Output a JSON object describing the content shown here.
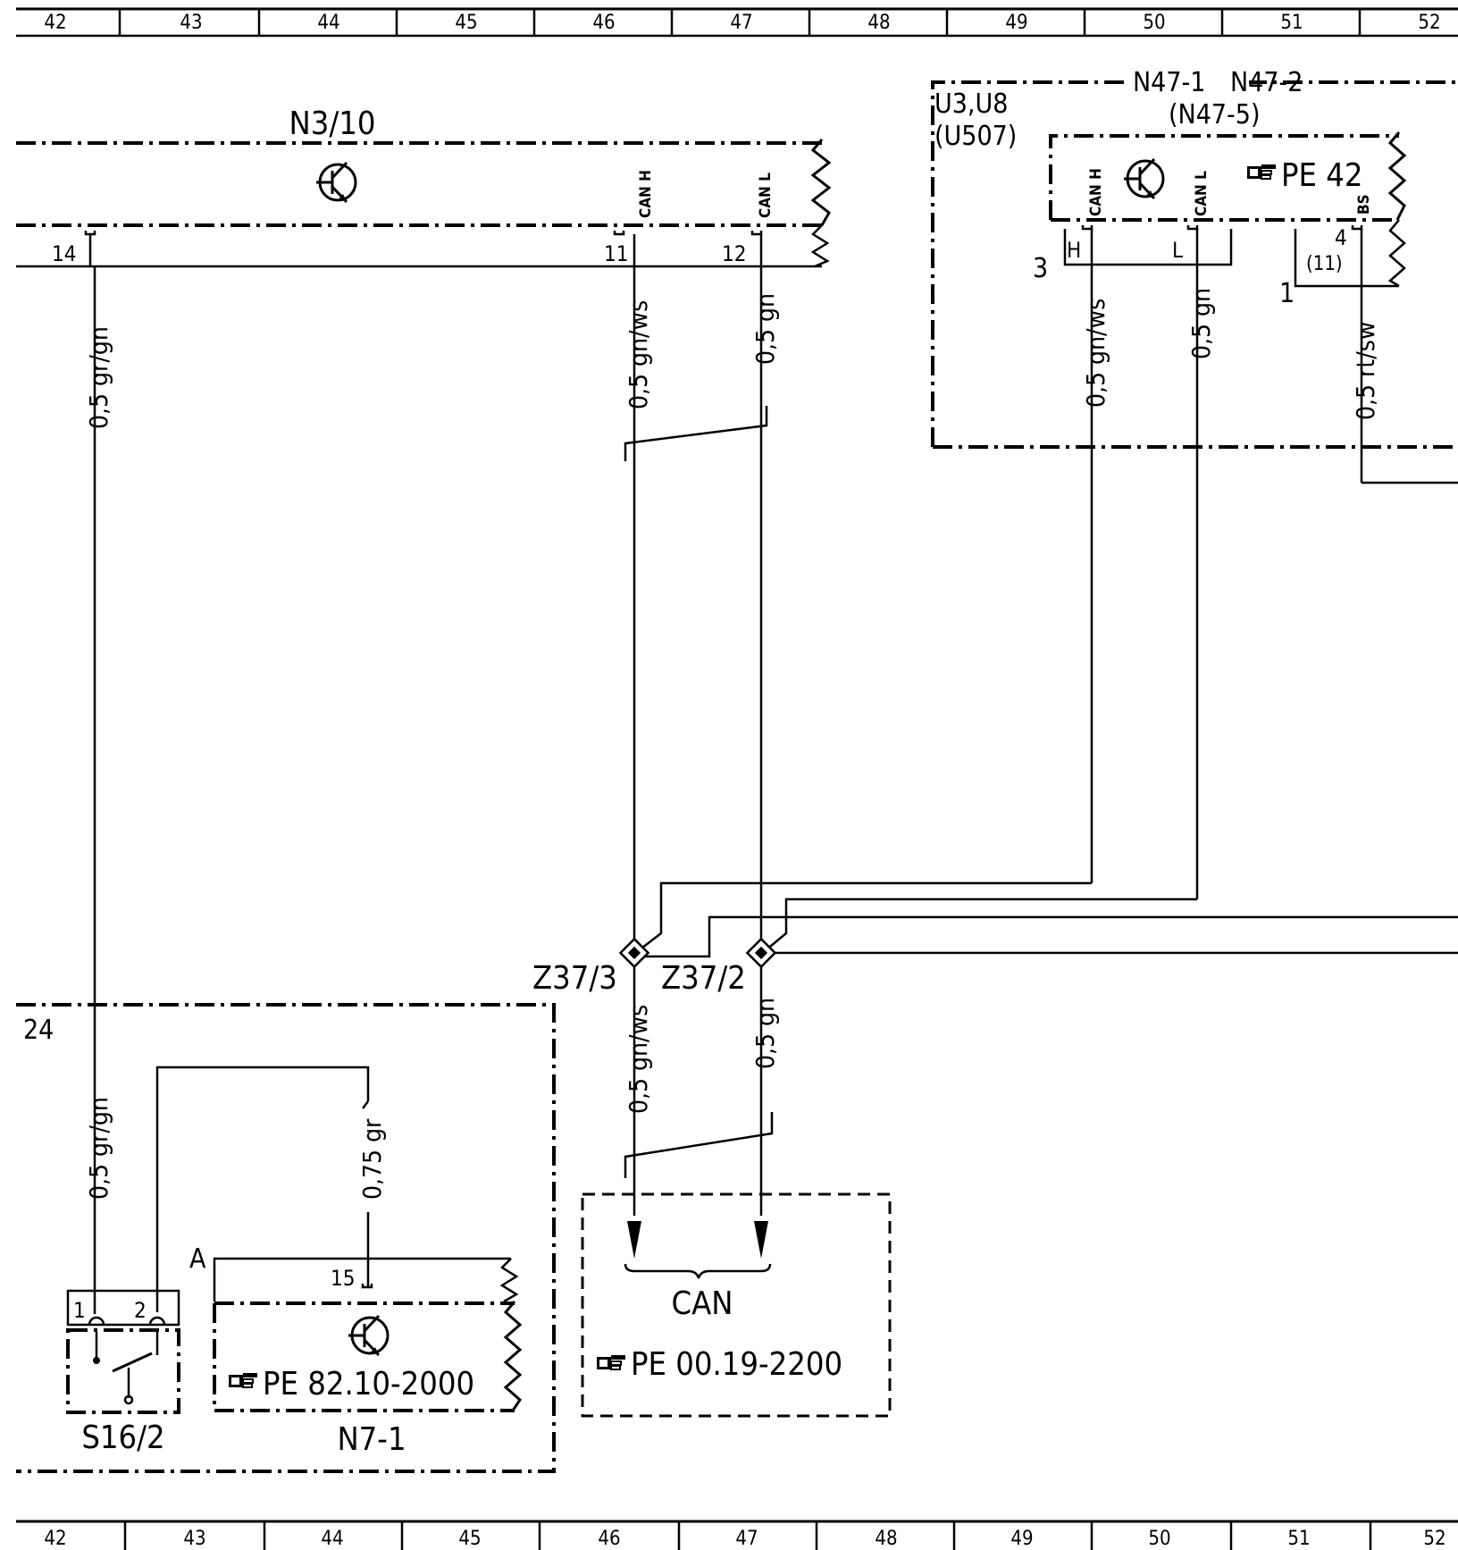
{
  "grid": {
    "top": [
      "42",
      "43",
      "44",
      "45",
      "46",
      "47",
      "48",
      "49",
      "50",
      "51",
      "52"
    ],
    "bottom": [
      "42",
      "43",
      "44",
      "45",
      "46",
      "47",
      "48",
      "49",
      "50",
      "51",
      "52"
    ]
  },
  "components": {
    "n3_10": "N3/10",
    "n47_a": "N47-1",
    "n47_b": "N47-2",
    "n47_5": "(N47-5)",
    "u3_u8": "U3,U8",
    "u507": "(U507)",
    "pe42": "PE  42",
    "z37_3": "Z37/3",
    "z37_2": "Z37/2",
    "s16_2": "S16/2",
    "n7_1": "N7-1",
    "pe82": "PE  82.10-2000",
    "can": "CAN",
    "pe00": "PE  00.19-2200",
    "frag24": "24"
  },
  "pins": {
    "p14": "14",
    "p11": "11",
    "p12": "12",
    "p3": "3",
    "pH": "H",
    "pL": "L",
    "p4": "4",
    "p11b": "(11)",
    "p1": "1",
    "p15": "15",
    "pA": "A",
    "s1": "1",
    "s2": "2"
  },
  "signals": {
    "can_h": "CAN H",
    "can_l": "CAN L",
    "bs": "BS"
  },
  "wires": {
    "w_gr_gn_1": "0,5 gr/gn",
    "w_gn_ws_1": "0,5 gn/ws",
    "w_gn_1": "0,5 gn",
    "w_gn_ws_2": "0,5 gn/ws",
    "w_gn_2": "0,5 gn",
    "w_rt_sw": "0,5 rt/sw",
    "w_gn_ws_3": "0,5 gn/ws",
    "w_gn_3": "0,5 gn",
    "w_gr_gn_2": "0,5 gr/gn",
    "w_075_gr": "0,75 gr"
  },
  "icons": [
    "transistor-icon",
    "hand-pointer-icon",
    "resistor-zigzag-icon",
    "splice-connector-icon",
    "switch-icon",
    "arrow-down-icon"
  ]
}
